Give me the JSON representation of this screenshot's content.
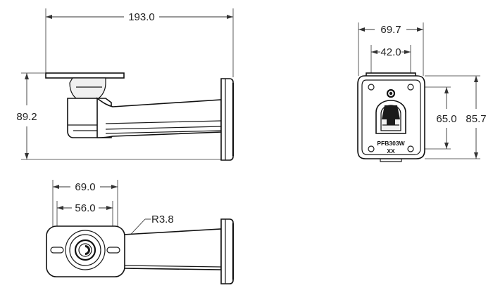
{
  "dimensions": {
    "side_length": "193.0",
    "side_height": "89.2",
    "front_width": "69.7",
    "front_hole_spacing": "42.0",
    "front_hole_height": "65.0",
    "front_height": "85.7",
    "top_width": "69.0",
    "top_hole_spacing": "56.0",
    "slot_radius": "R3.8"
  },
  "marking": {
    "model": "PFB303W",
    "suffix": "XX"
  }
}
